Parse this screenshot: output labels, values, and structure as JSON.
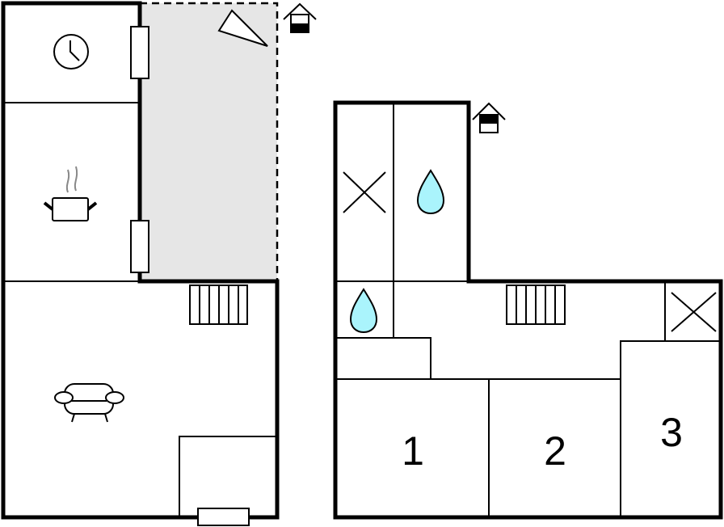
{
  "colors": {
    "wall": "#000000",
    "terrace": "#e6e6e6",
    "water": "#aaf4fc"
  },
  "icons": [
    "clock-icon",
    "cooking-pot-icon",
    "sofa-icon",
    "stairs-icon",
    "north-compass-icon",
    "house-level-icon",
    "water-drop-icon",
    "cross-icon"
  ],
  "rooms": {
    "bedroom_1": "1",
    "bedroom_2": "2",
    "bedroom_3": "3"
  }
}
